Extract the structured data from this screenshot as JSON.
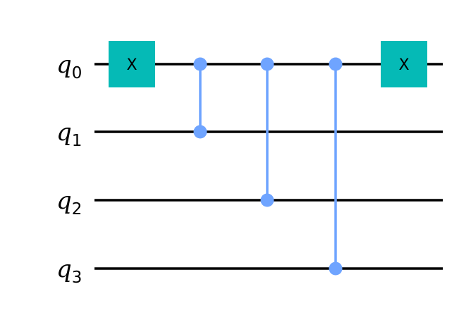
{
  "qubits": [
    {
      "name": "q",
      "index": "0"
    },
    {
      "name": "q",
      "index": "1"
    },
    {
      "name": "q",
      "index": "2"
    },
    {
      "name": "q",
      "index": "3"
    }
  ],
  "gates": [
    {
      "type": "X",
      "label": "X",
      "qubit": 0,
      "step": 0
    },
    {
      "type": "CZ",
      "control": 0,
      "target": 1,
      "step": 1
    },
    {
      "type": "CZ",
      "control": 0,
      "target": 2,
      "step": 2
    },
    {
      "type": "CZ",
      "control": 0,
      "target": 3,
      "step": 3
    },
    {
      "type": "X",
      "label": "X",
      "qubit": 0,
      "step": 4
    }
  ],
  "colors": {
    "wire": "#000000",
    "x_gate_fill": "#05BAB6",
    "controlled_gate": "#6FA4FF",
    "background": "#FFFFFF"
  }
}
